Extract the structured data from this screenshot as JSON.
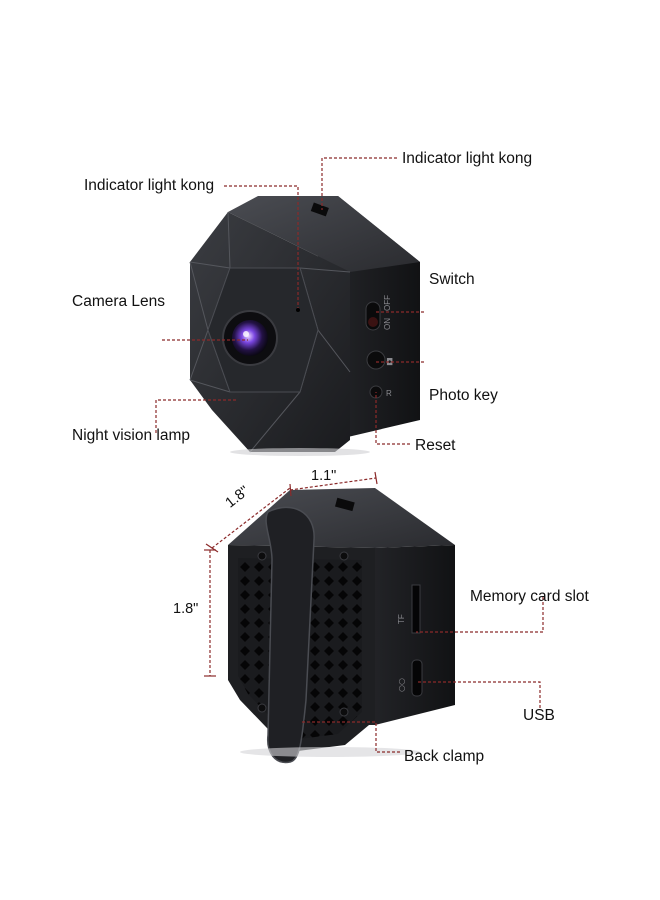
{
  "callouts": {
    "indicator_light_top": "Indicator light kong",
    "indicator_light_front": "Indicator light kong",
    "switch": "Switch",
    "camera_lens": "Camera Lens",
    "photo_key": "Photo key",
    "night_vision_lamp": "Night vision lamp",
    "reset": "Reset",
    "memory_card_slot": "Memory card slot",
    "usb": "USB",
    "back_clamp": "Back clamp"
  },
  "dimensions": {
    "width": "1.1\"",
    "depth": "1.8\"",
    "height": "1.8\""
  },
  "device_markings": {
    "switch_on": "ON",
    "switch_off": "OFF",
    "reset_mark": "R",
    "photo_mark": "◘",
    "card_mark": "TF",
    "usb_mark": "○○"
  },
  "colors": {
    "leader_line": "#8b2a2a",
    "body_dark": "#1c1d20",
    "lens_accent": "#6a3fd0"
  }
}
